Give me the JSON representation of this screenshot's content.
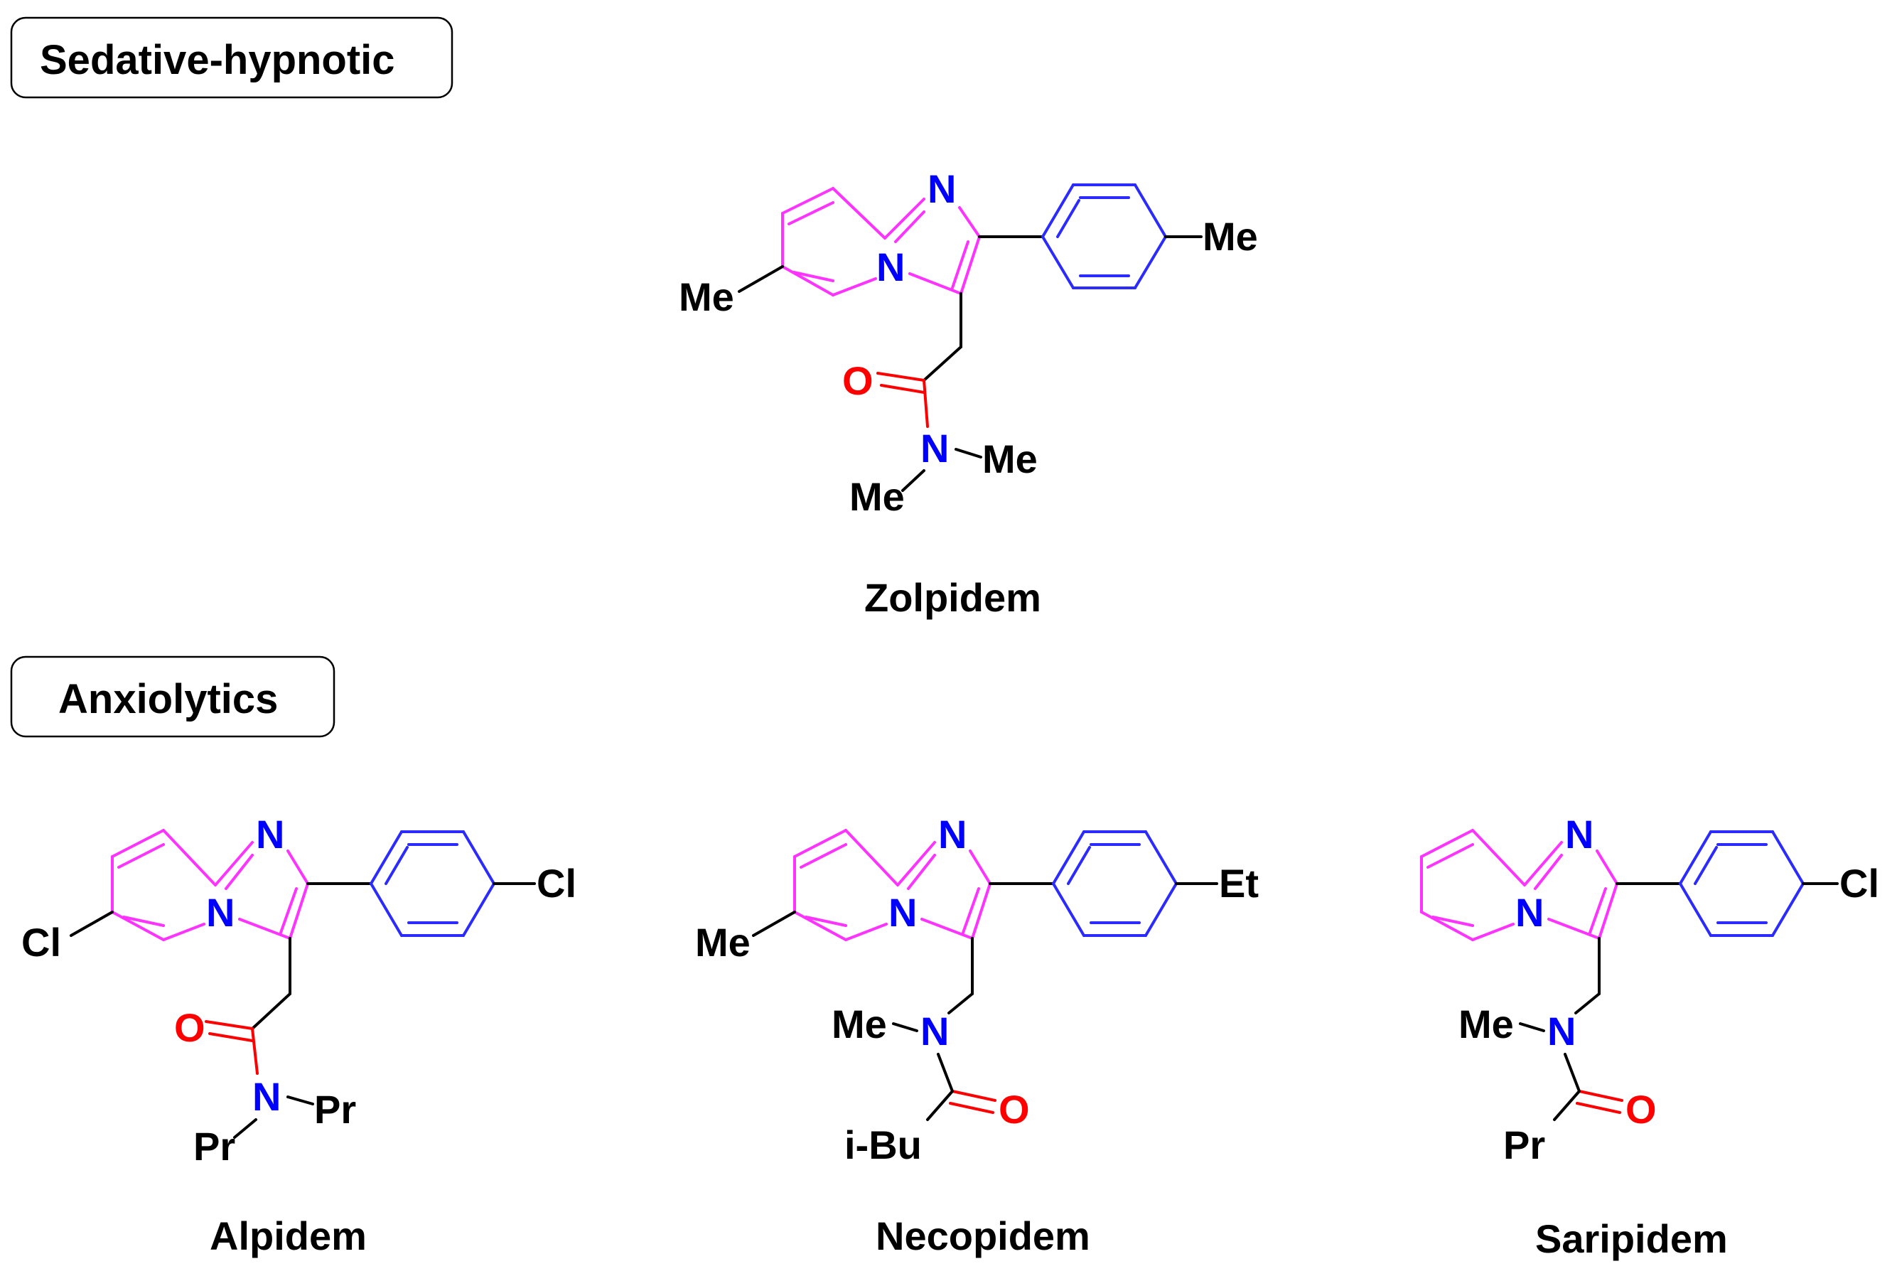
{
  "sections": [
    {
      "label": "Sedative-hypnotic"
    },
    {
      "label": "Anxiolytics"
    }
  ],
  "compounds": [
    {
      "name": "Zolpidem",
      "atoms": {
        "ring_n": "N",
        "bridge_n": "N",
        "ring_sub": "Me",
        "aryl_sub": "Me",
        "carbonyl_o": "O",
        "amide_n": "N",
        "amide_r1": "Me",
        "amide_r2": "Me"
      }
    },
    {
      "name": "Alpidem",
      "atoms": {
        "ring_n": "N",
        "bridge_n": "N",
        "ring_sub": "Cl",
        "aryl_sub": "Cl",
        "carbonyl_o": "O",
        "amide_n": "N",
        "amide_r1": "Pr",
        "amide_r2": "Pr"
      }
    },
    {
      "name": "Necopidem",
      "atoms": {
        "ring_n": "N",
        "bridge_n": "N",
        "ring_sub": "Me",
        "aryl_sub": "Et",
        "amine_n": "N",
        "n_methyl": "Me",
        "carbonyl_o": "O",
        "acyl_r": "i-Bu"
      }
    },
    {
      "name": "Saripidem",
      "atoms": {
        "ring_n": "N",
        "bridge_n": "N",
        "aryl_sub": "Cl",
        "amine_n": "N",
        "n_methyl": "Me",
        "carbonyl_o": "O",
        "acyl_r": "Pr"
      }
    }
  ],
  "colors": {
    "imidazopyridine_core": "#ff33ff",
    "aryl_ring": "#2b2bff",
    "heteroatom_n": "#0000ff",
    "carbonyl_o": "#ff0000",
    "substituents": "#000000"
  }
}
